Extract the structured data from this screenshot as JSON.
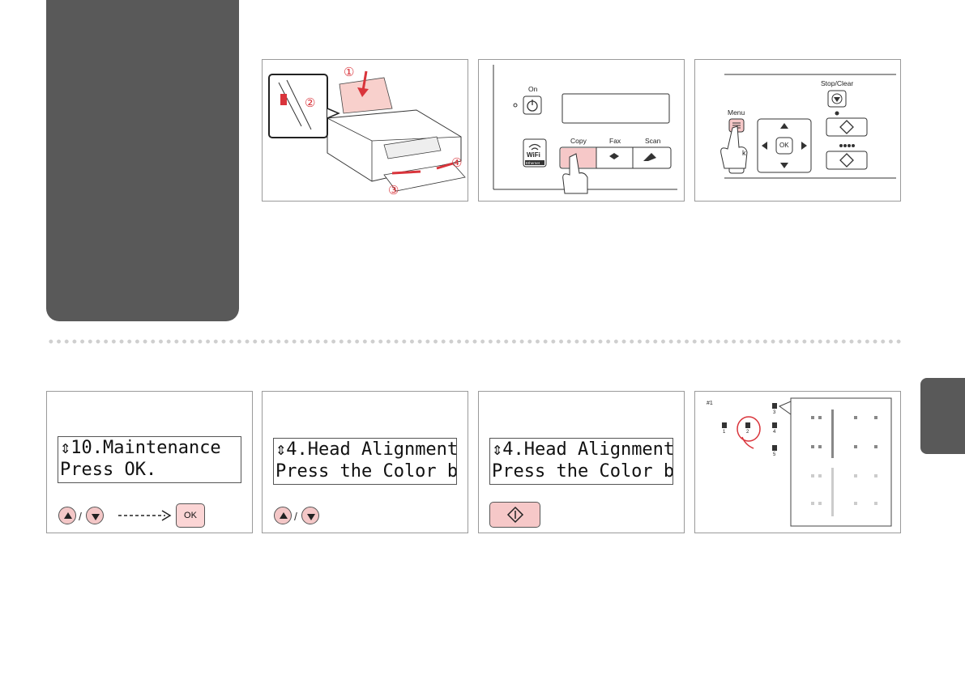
{
  "illustrations": {
    "step_numbers": [
      "①",
      "②",
      "③",
      "④"
    ],
    "control_panel": {
      "on_label": "On",
      "copy_label": "Copy",
      "fax_label": "Fax",
      "scan_label": "Scan",
      "wifi_label": "WiFi",
      "ethernet_label": "Ethernet"
    },
    "menu_panel": {
      "menu_label": "Menu",
      "stop_clear_label": "Stop/Clear",
      "ok_label": "OK",
      "back_label": "k"
    }
  },
  "steps": [
    {
      "lcd_line1": "10.Maintenance",
      "lcd_line2": "Press OK.",
      "ok_key_label": "OK",
      "slash": "/"
    },
    {
      "lcd_line1": "4.Head Alignment",
      "lcd_line2": "Press the Color bu",
      "slash": "/"
    },
    {
      "lcd_line1": "4.Head Alignment",
      "lcd_line2": "Press the Color bu"
    },
    {
      "sheet_label": "#1",
      "pattern_numbers": [
        "1",
        "2",
        "3",
        "4",
        "5"
      ]
    }
  ],
  "colors": {
    "side_block": "#595959",
    "accent_red": "#d9343b",
    "key_pink": "#f6c8c8"
  }
}
